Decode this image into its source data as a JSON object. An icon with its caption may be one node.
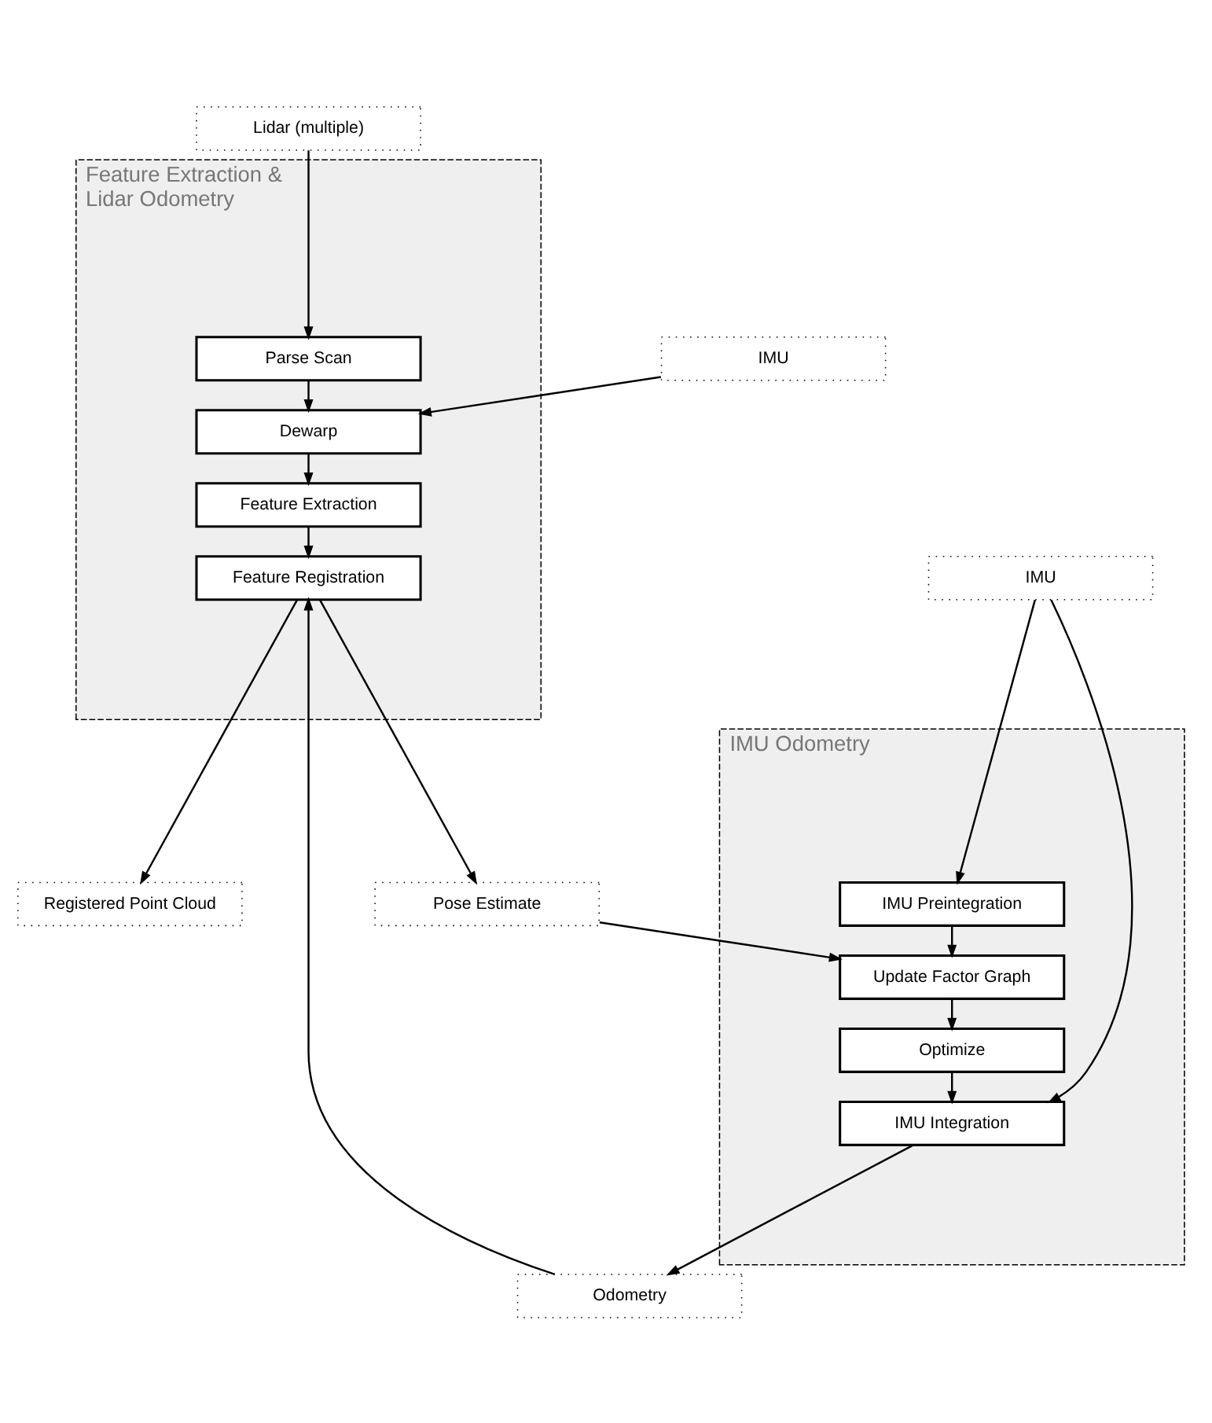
{
  "diagram": {
    "nodes": [
      {
        "text": [
          "Lidar (multiple)"
        ]
      },
      {
        "text": [
          "Feature Extraction & Lidar Odometry"
        ]
      },
      {
        "text": [
          "Parse Scan"
        ],
        "in": 1
      },
      {
        "text": [
          "Dewarp"
        ],
        "in": 1
      },
      {
        "text": [
          "IMU"
        ]
      },
      {
        "text": [
          "Feature Extraction"
        ],
        "in": 1
      },
      {
        "text": [
          "Feature Registration"
        ],
        "in": 1
      },
      {
        "text": [
          "Registered Point Cloud"
        ]
      },
      {
        "text": [
          "Pose Estimate"
        ]
      },
      {
        "text": [
          "IMU Odometry"
        ]
      },
      {
        "text": [
          "Update Factor Graph"
        ],
        "in": 9
      },
      {
        "text": [
          "IMU Preintegration"
        ],
        "in": 9
      },
      {
        "text": [
          "Optimize"
        ],
        "in": 9
      },
      {
        "text": [
          "IMU Integration"
        ],
        "in": 9
      },
      {
        "text": [
          "IMU"
        ]
      },
      {
        "text": [
          "Odometry"
        ]
      }
    ],
    "edges": [
      {
        "from": 0,
        "to": 2,
        "arrow": "to"
      },
      {
        "from": 2,
        "to": 3,
        "arrow": "to"
      },
      {
        "from": 4,
        "to": 3,
        "arrow": "to"
      },
      {
        "from": 3,
        "to": 5,
        "arrow": "to"
      },
      {
        "from": 5,
        "to": 6,
        "arrow": "to"
      },
      {
        "from": 6,
        "to": 7,
        "arrow": "to"
      },
      {
        "from": 6,
        "to": 8,
        "arrow": "to"
      },
      {
        "from": 8,
        "to": 10,
        "arrow": "to"
      },
      {
        "from": 11,
        "to": 10,
        "arrow": "to"
      },
      {
        "from": 10,
        "to": 12,
        "arrow": "to"
      },
      {
        "from": 12,
        "to": 13,
        "arrow": "to"
      },
      {
        "from": 14,
        "to": 13,
        "arrow": "to"
      },
      {
        "from": 14,
        "to": 11,
        "arrow": "to"
      },
      {
        "from": 13,
        "to": 15,
        "arrow": "to"
      },
      {
        "from": 15,
        "to": 6,
        "arrow": "to"
      }
    ]
  }
}
